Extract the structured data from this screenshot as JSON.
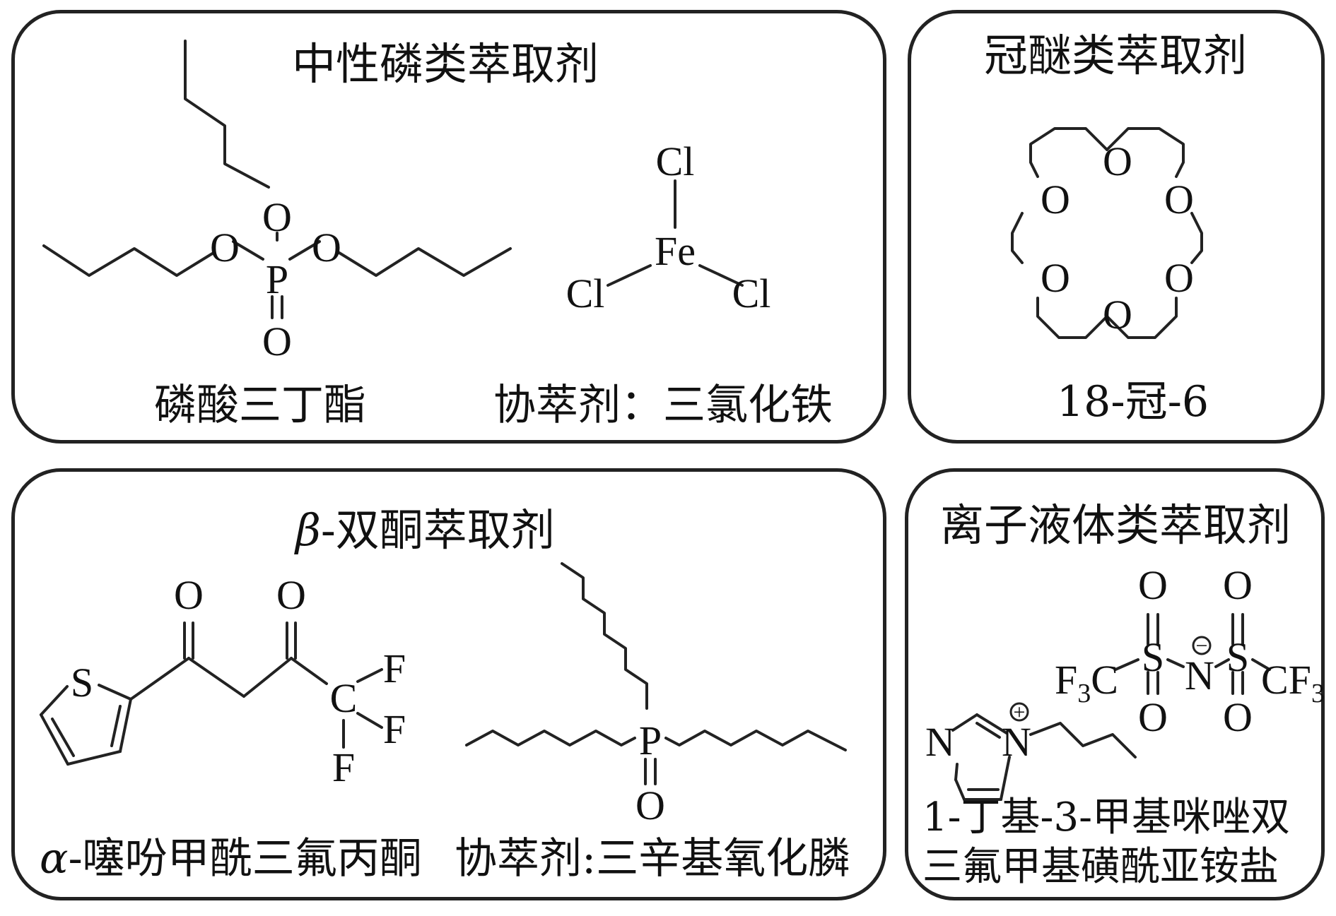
{
  "panels": {
    "neutral_phosphorus": {
      "title": "中性磷类萃取剂",
      "compound_label": "磷酸三丁酯",
      "cosolvent_label": "协萃剂：三氯化铁",
      "atoms": {
        "P": "P",
        "O": "O",
        "Fe": "Fe",
        "Cl": "Cl"
      }
    },
    "crown_ether": {
      "title": "冠醚类萃取剂",
      "compound_label": "18-冠-6",
      "atoms": {
        "O": "O"
      }
    },
    "beta_diketone": {
      "title_greek": "β",
      "title_rest": "-双酮萃取剂",
      "compound_greek": "α",
      "compound_rest": "-噻吩甲酰三氟丙酮",
      "cosolvent_label": "协萃剂:三辛基氧化膦",
      "atoms": {
        "S": "S",
        "O": "O",
        "C": "C",
        "F": "F",
        "P": "P"
      }
    },
    "ionic_liquid": {
      "title": "离子液体类萃取剂",
      "label_line1": "1-丁基-3-甲基咪唑双",
      "label_line2": "三氟甲基磺酰亚铵盐",
      "atoms": {
        "S": "S",
        "O": "O",
        "N": "N",
        "F3C_F": "F",
        "F3C_C": "C",
        "CF3": "CF",
        "sub3": "3",
        "minus": "−",
        "plus": "+"
      }
    }
  }
}
